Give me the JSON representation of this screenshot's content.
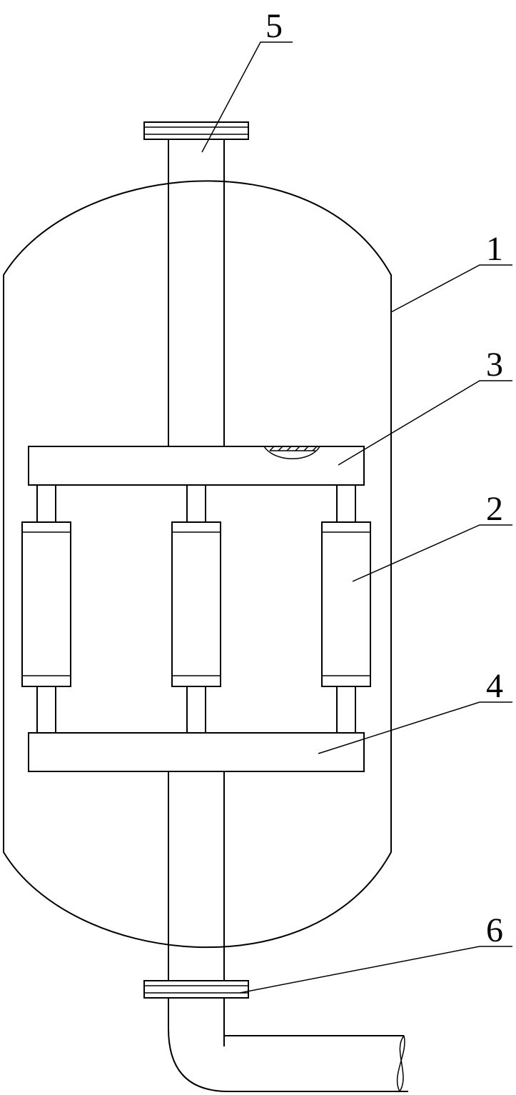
{
  "labels": {
    "vessel": "1",
    "elements": "2",
    "upper_plate": "3",
    "lower_plate": "4",
    "inlet_pipe": "5",
    "outlet_pipe": "6"
  },
  "colors": {
    "line": "#000000",
    "background": "#ffffff"
  }
}
